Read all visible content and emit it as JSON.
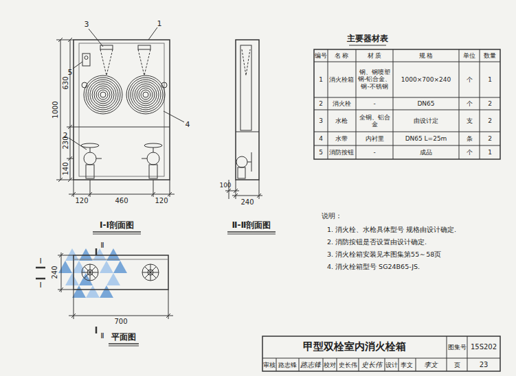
{
  "diagram": {
    "title": "甲型双栓室内消火栓箱",
    "labels": [
      "3",
      "1",
      "5",
      "630",
      "1000",
      "4",
      "2",
      "230",
      "140",
      "120",
      "460",
      "120",
      "Ⅰ-Ⅰ剖面图",
      "100",
      "240",
      "Ⅱ-Ⅱ剖面图",
      "Ⅱ",
      "Ⅰ",
      "240",
      "Ⅰ",
      "700",
      "Ⅱ",
      "平面图",
      "主要器材表",
      "编号",
      "名 称",
      "材 质",
      "规 格",
      "单位",
      "数量",
      "1",
      "消火栓箱",
      "钢、钢喷塑 钢-铝合金、钢-不锈钢",
      "1000×700×240",
      "个",
      "1",
      "2",
      "消火栓",
      "-",
      "DN65",
      "个",
      "2",
      "3",
      "水枪",
      "全铜、铝合金",
      "由设计定",
      "支",
      "2",
      "4",
      "水带",
      "内衬里",
      "DN65 L=25m",
      "条",
      "2",
      "5",
      "消防按钮",
      "-",
      "成品",
      "个",
      "1",
      "说明：",
      "1. 消火栓、水枪具体型号 规格由设计确定.",
      "2. 消防按钮是否设置由设计确定.",
      "3. 消火栓箱安装见本图集第55～58页",
      "4. 消火栓箱型号 SG24B65-JS.",
      "图集号",
      "15S202",
      "审核",
      "路志锋",
      "路志锋",
      "校对",
      "史长伟",
      "史长伟",
      "设计",
      "李文",
      "李文",
      "页",
      "23"
    ]
  }
}
